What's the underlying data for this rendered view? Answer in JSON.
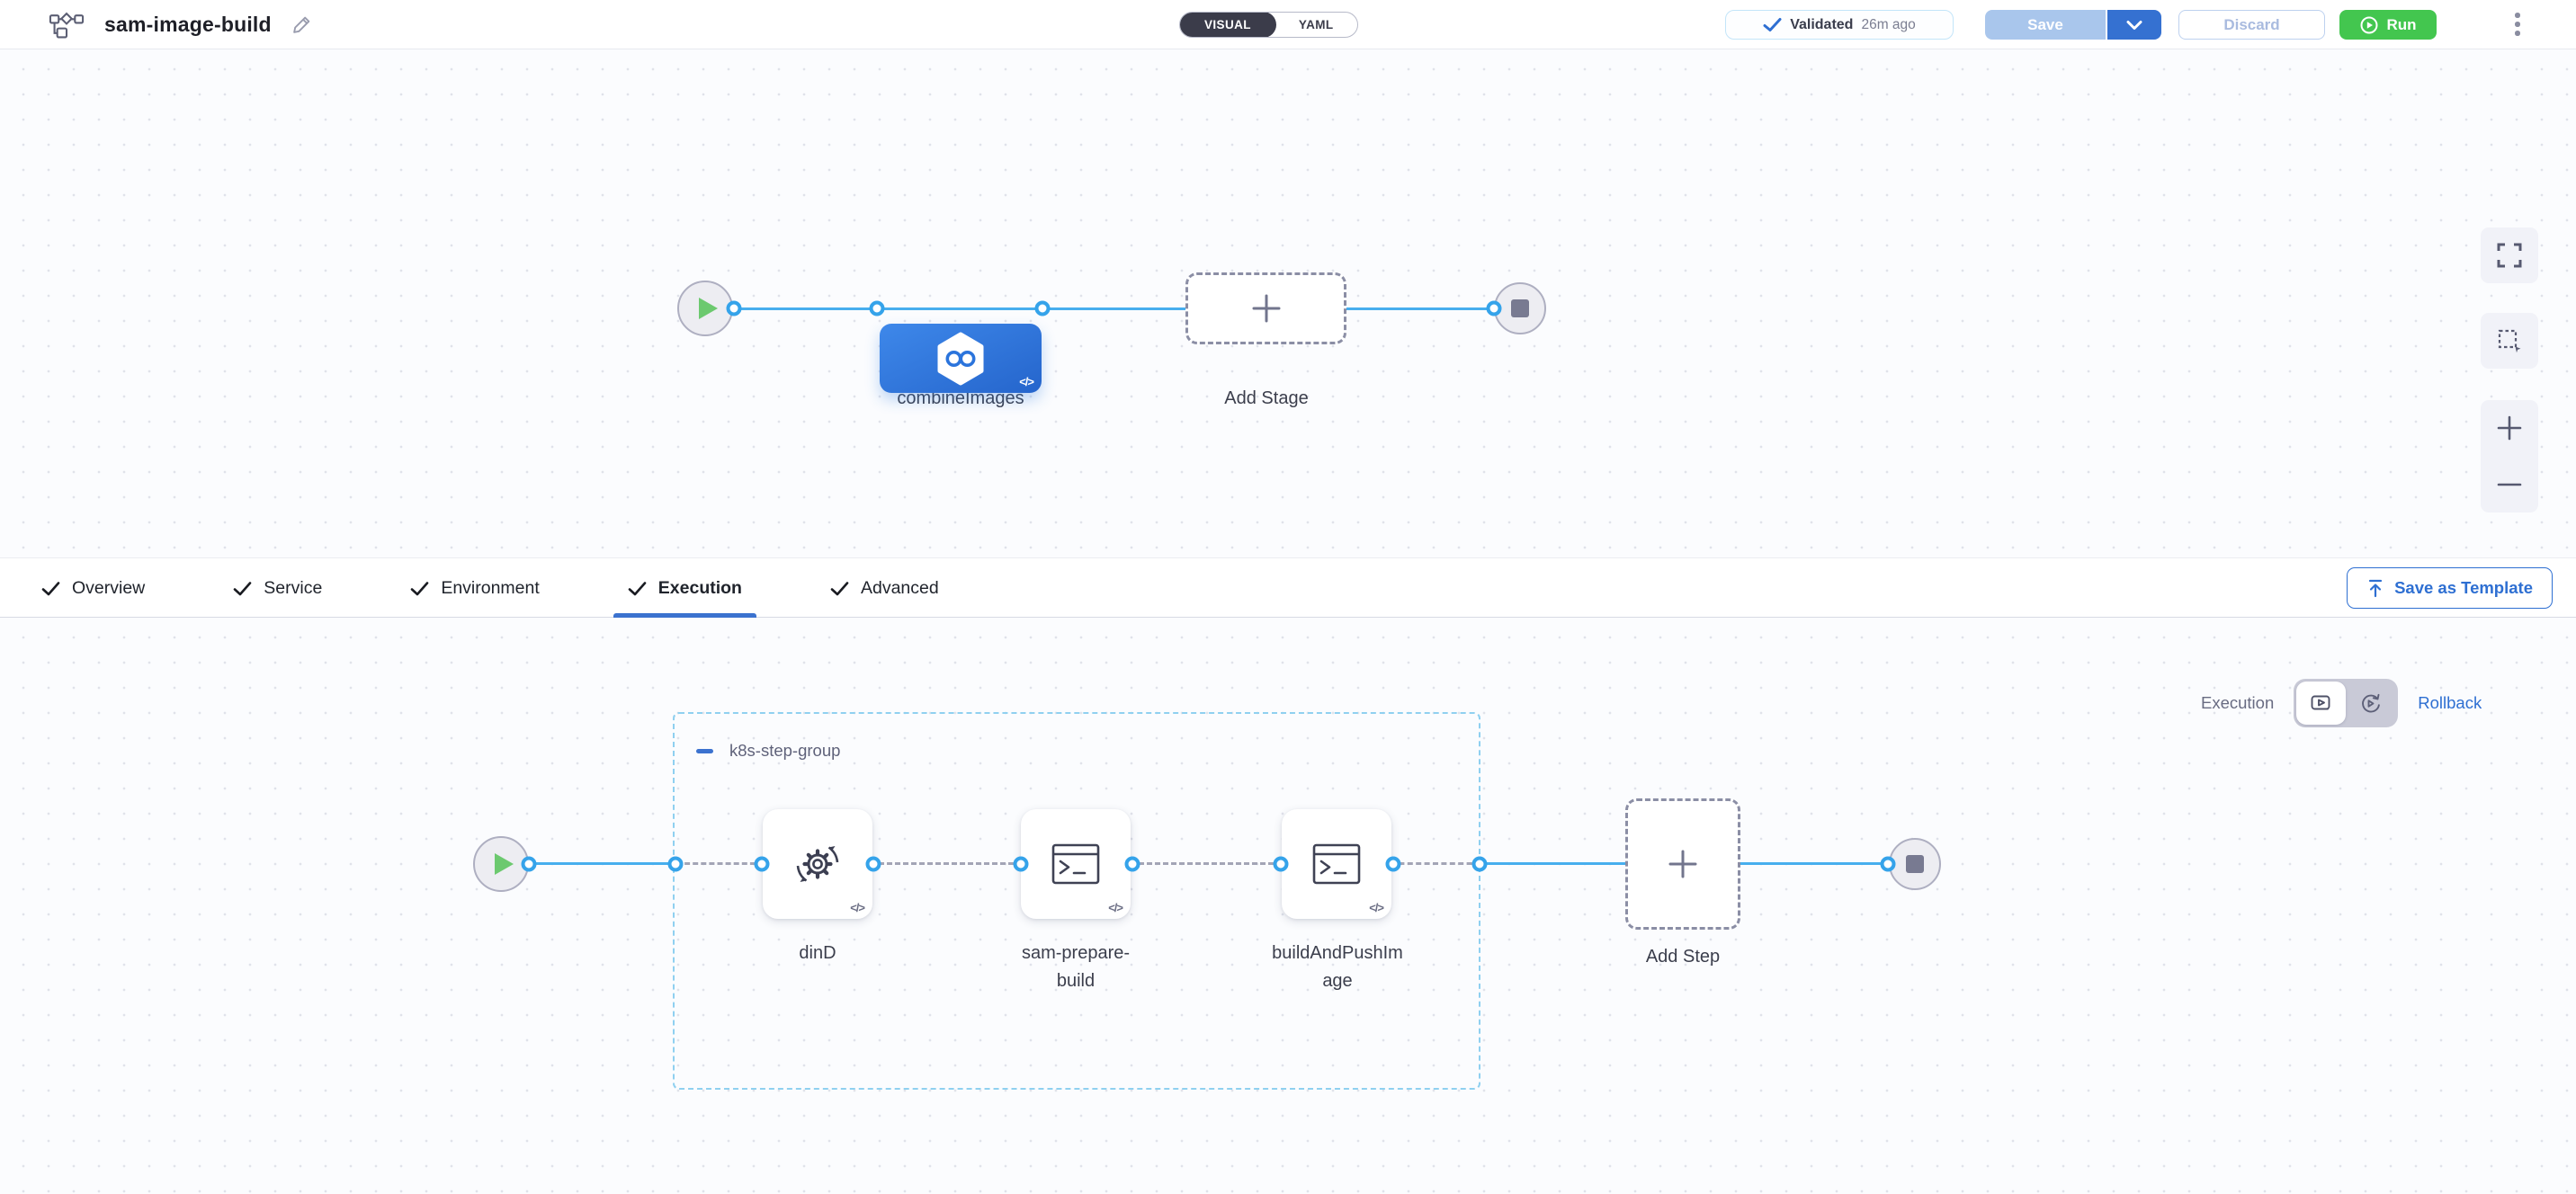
{
  "header": {
    "title": "sam-image-build",
    "view_toggle": {
      "visual_label": "VISUAL",
      "yaml_label": "YAML"
    },
    "validation": {
      "label": "Validated",
      "time_ago": "26m ago"
    },
    "buttons": {
      "save": "Save",
      "discard": "Discard",
      "run": "Run"
    }
  },
  "stage_canvas": {
    "stage_name": "combineImages",
    "add_stage_label": "Add Stage"
  },
  "tab_bar": {
    "tabs": [
      {
        "label": "Overview",
        "active": false
      },
      {
        "label": "Service",
        "active": false
      },
      {
        "label": "Environment",
        "active": false
      },
      {
        "label": "Execution",
        "active": true
      },
      {
        "label": "Advanced",
        "active": false
      }
    ],
    "save_as_template_label": "Save as Template"
  },
  "execution_canvas": {
    "mode_label": "Execution",
    "rollback_label": "Rollback",
    "step_group": {
      "name": "k8s-step-group"
    },
    "steps": [
      {
        "name": "dinD",
        "icon": "docker-dind"
      },
      {
        "name": "sam-prepare-build",
        "icon": "run-shell"
      },
      {
        "name": "buildAndPushImage",
        "icon": "run-shell"
      }
    ],
    "add_step_label": "Add Step"
  },
  "icons": {
    "code_badge": "</>"
  },
  "colors": {
    "accent_blue": "#2e6fd2",
    "line_blue": "#47aeee",
    "stage_blue": "#2f7de0",
    "run_green": "#43c64f",
    "toggle_dark": "#3b3c4a",
    "group_border": "#8fd0f0"
  }
}
